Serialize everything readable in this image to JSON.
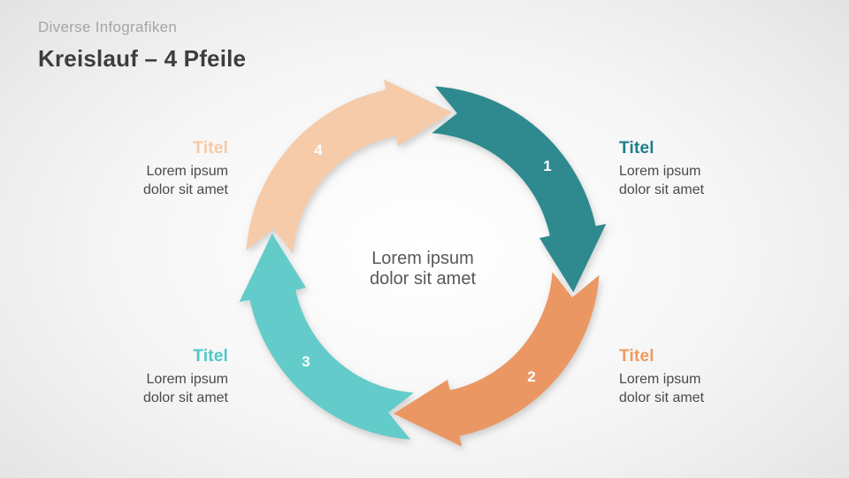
{
  "slide": {
    "eyebrow": "Diverse Infografiken",
    "title": "Kreislauf – 4 Pfeile"
  },
  "center": {
    "line1": "Lorem ipsum",
    "line2": "dolor sit amet"
  },
  "diagram": {
    "steps": [
      {
        "number": "1",
        "title": "Titel",
        "line1": "Lorem ipsum",
        "line2": "dolor sit amet",
        "arc_color": "#2F8A8E",
        "title_color": "#1F7E8A"
      },
      {
        "number": "2",
        "title": "Titel",
        "line1": "Lorem ipsum",
        "line2": "dolor sit amet",
        "arc_color": "#EB9763",
        "title_color": "#EE9A60"
      },
      {
        "number": "3",
        "title": "Titel",
        "line1": "Lorem ipsum",
        "line2": "dolor sit amet",
        "arc_color": "#64CBC9",
        "title_color": "#4FC7C7"
      },
      {
        "number": "4",
        "title": "Titel",
        "line1": "Lorem ipsum",
        "line2": "dolor sit amet",
        "arc_color": "#F5CBA9",
        "title_color": "#F6C9A6"
      }
    ]
  },
  "colors": {
    "background_edge": "#d9d9d9",
    "background_center": "#ffffff",
    "heading": "#3d3d3d",
    "eyebrow": "#a5a5a5",
    "body_text": "#4a4a4a",
    "center_text": "#585858",
    "number_text": "#ffffff"
  }
}
